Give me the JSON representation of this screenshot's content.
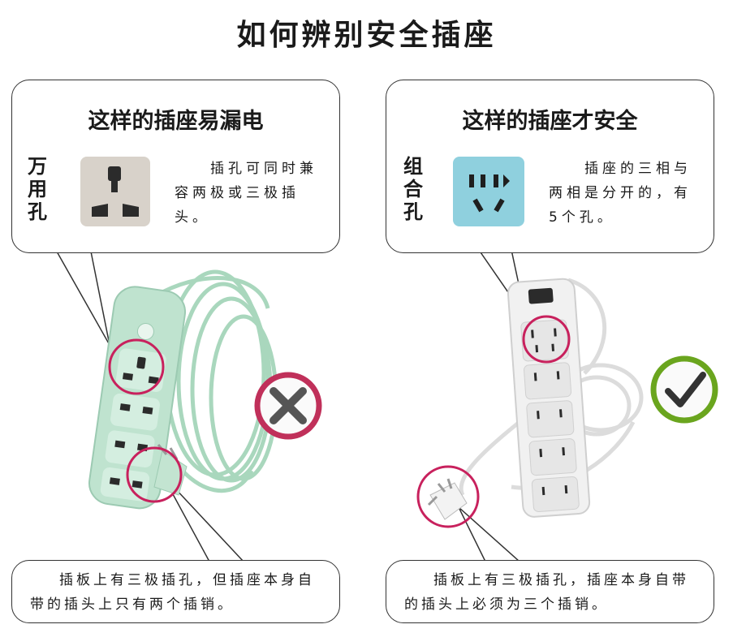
{
  "title": "如何辨别安全插座",
  "left_panel": {
    "heading": "这样的插座易漏电",
    "side_label": [
      "万",
      "用",
      "孔"
    ],
    "description": "插孔可同时兼容两极或三极插头。",
    "verdict_icon": "cross-icon",
    "verdict_color": "#c0305a",
    "bottom_note": "插板上有三极插孔，但插座本身自带的插头上只有两个插销。"
  },
  "right_panel": {
    "heading": "这样的插座才安全",
    "side_label": [
      "组",
      "合",
      "孔"
    ],
    "description": "插座的三相与两相是分开的，有5个孔。",
    "verdict_icon": "check-icon",
    "verdict_color": "#6aa51e",
    "bottom_note": "插板上有三极插孔，插座本身自带的插头上必须为三个插销。"
  },
  "colors": {
    "green_strip": "#bfe3cf",
    "white_strip": "#f1f1f1",
    "highlight_ring": "#c8215d",
    "universal_socket_bg": "#d8d2ca",
    "combo_socket_bg": "#8fd0de"
  }
}
